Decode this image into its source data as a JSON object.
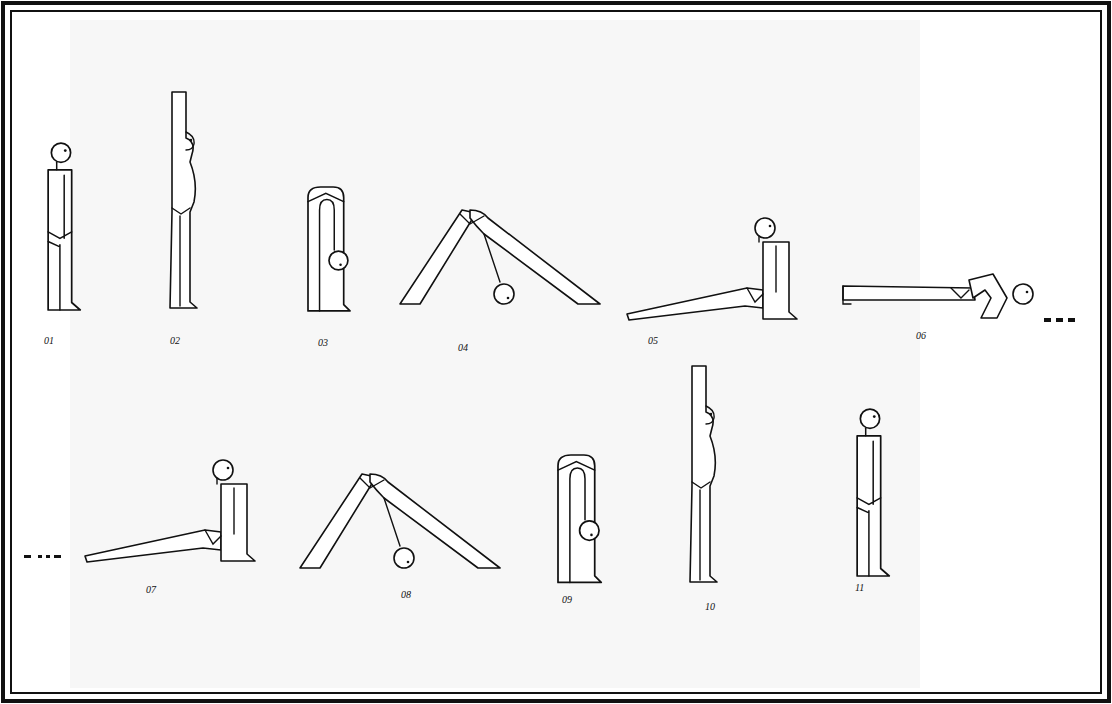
{
  "diagram": {
    "labels": [
      "01",
      "02",
      "03",
      "04",
      "05",
      "06",
      "07",
      "08",
      "09",
      "10",
      "11"
    ]
  }
}
